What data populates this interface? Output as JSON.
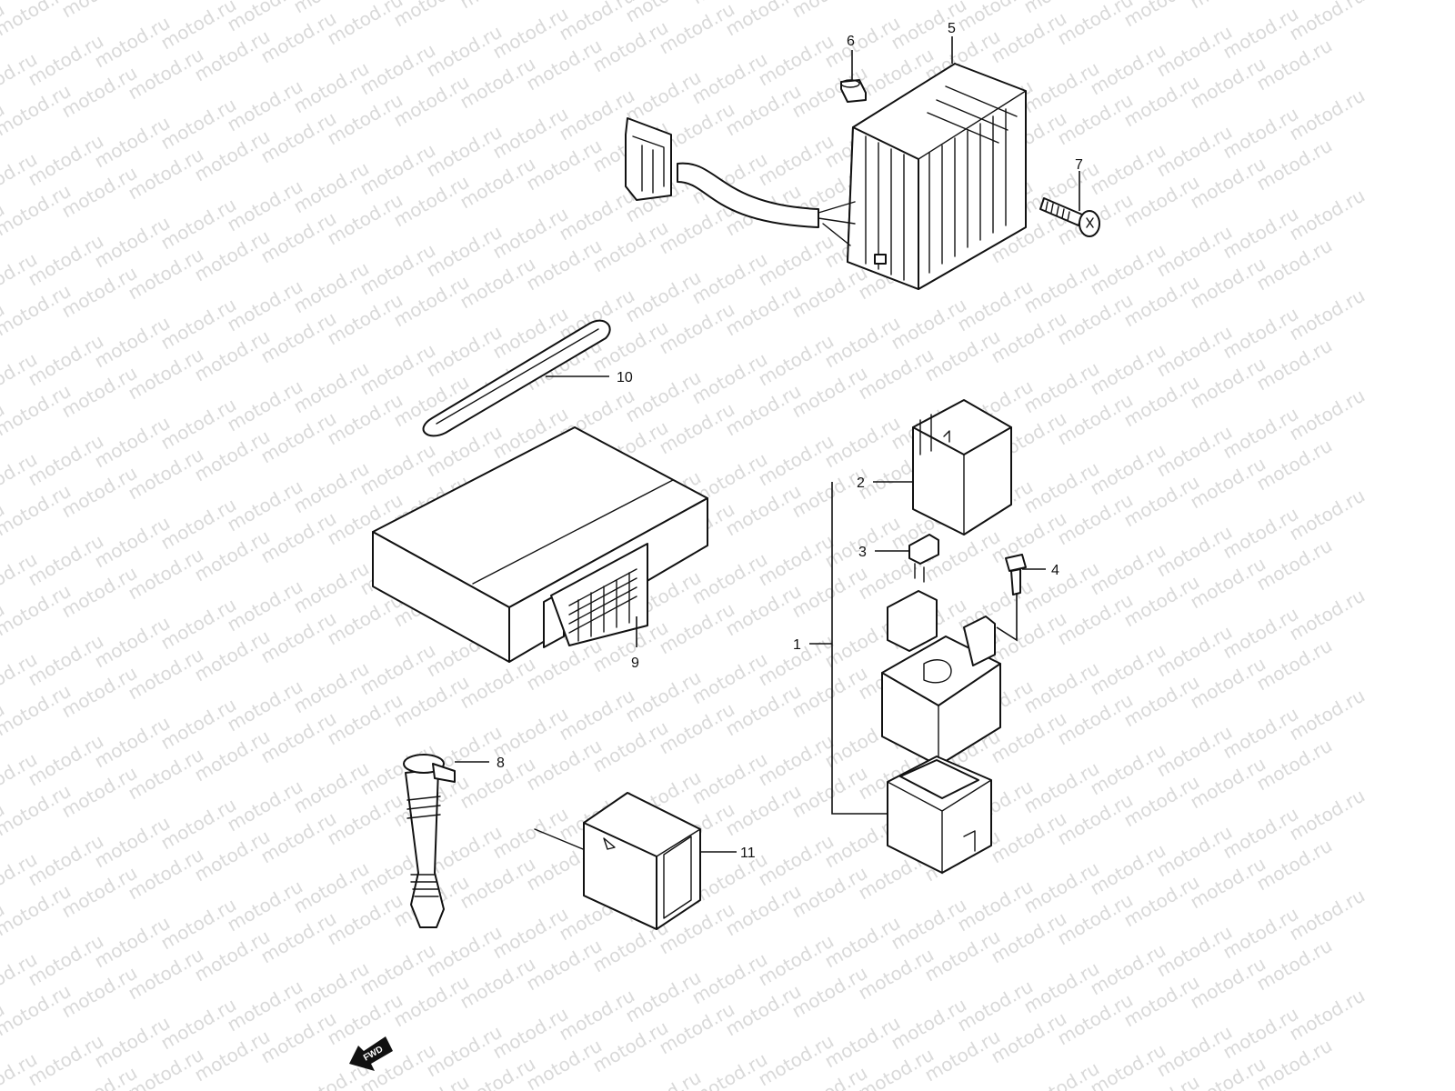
{
  "watermark": "motod.ru",
  "callouts": {
    "c1": "1",
    "c2": "2",
    "c3": "3",
    "c4": "4",
    "c5": "5",
    "c6": "6",
    "c7": "7",
    "c8": "8",
    "c9": "9",
    "c10": "10",
    "c11": "11"
  },
  "fwd_label": "FWD"
}
